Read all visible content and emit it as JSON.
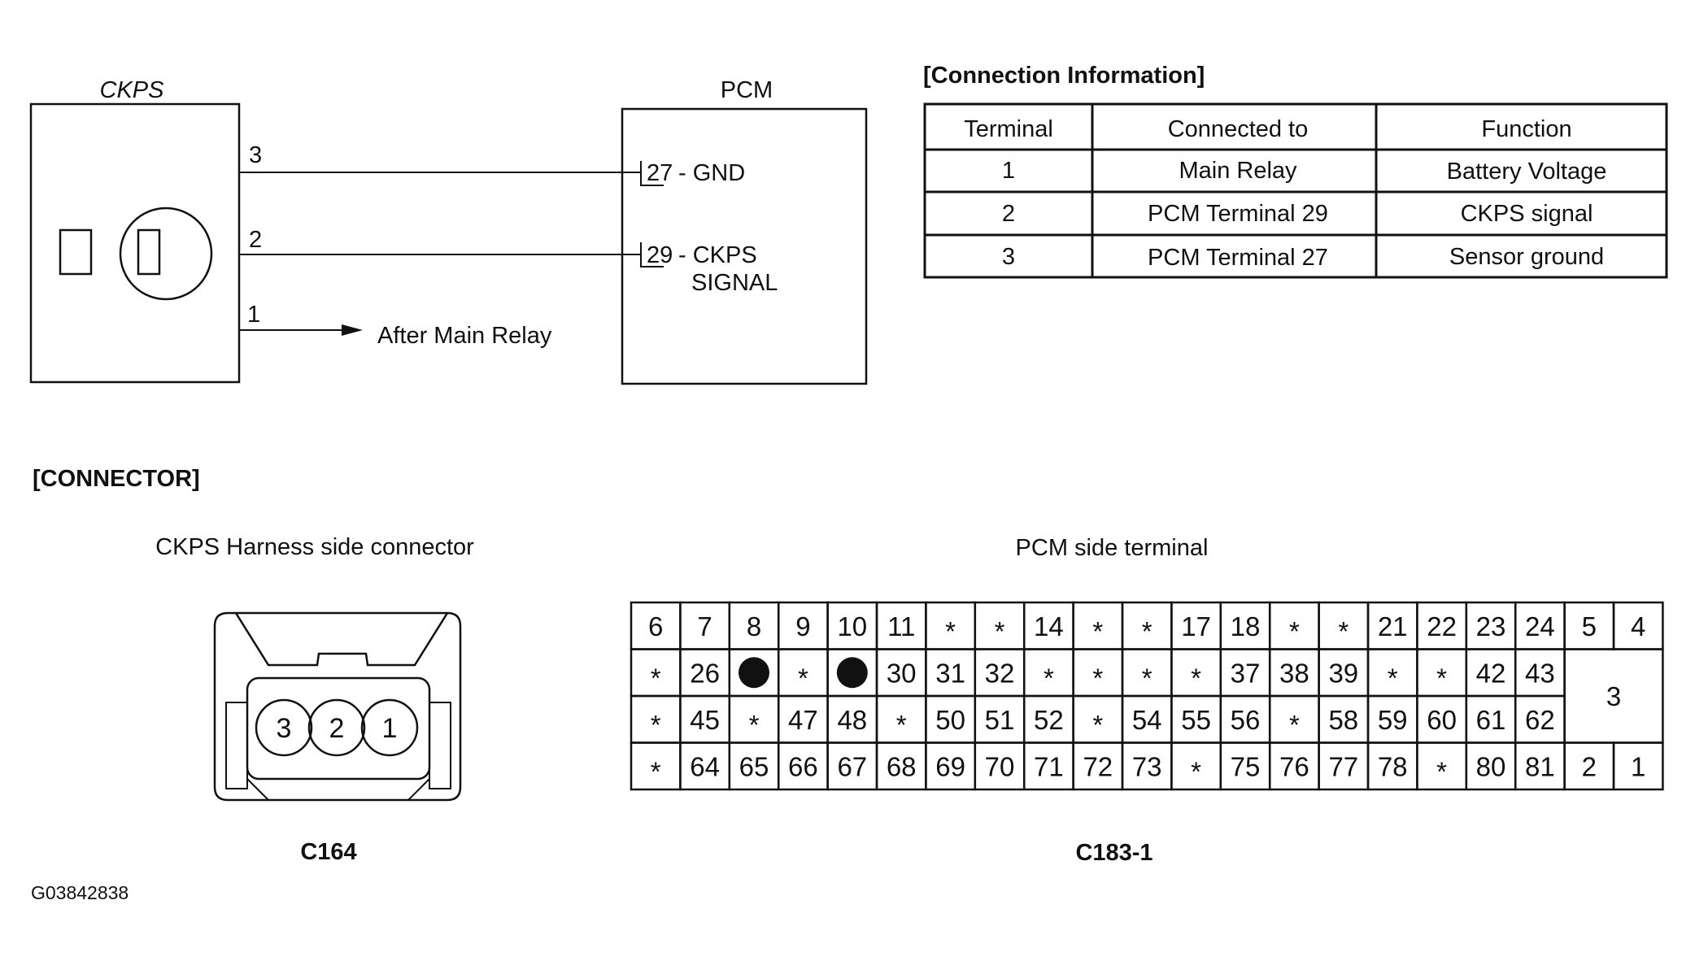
{
  "schematic": {
    "sensor_title": "CKPS",
    "pcm_title": "PCM",
    "wires": [
      {
        "pin": "3",
        "pcm_terminal": "27",
        "pcm_label": "- GND",
        "pcm_label2": ""
      },
      {
        "pin": "2",
        "pcm_terminal": "29",
        "pcm_label": "- CKPS",
        "pcm_label2": "SIGNAL"
      },
      {
        "pin": "1",
        "note": "After Main Relay"
      }
    ]
  },
  "connection_info": {
    "title": "[Connection Information]",
    "headers": [
      "Terminal",
      "Connected to",
      "Function"
    ],
    "rows": [
      [
        "1",
        "Main Relay",
        "Battery Voltage"
      ],
      [
        "2",
        "PCM Terminal 29",
        "CKPS signal"
      ],
      [
        "3",
        "PCM Terminal 27",
        "Sensor ground"
      ]
    ]
  },
  "connector_section": {
    "title": "[CONNECTOR]",
    "harness": {
      "caption": "CKPS Harness side connector",
      "pins": [
        "3",
        "2",
        "1"
      ],
      "id": "C164"
    },
    "pcm": {
      "caption": "PCM side terminal",
      "id": "C183-1",
      "grid": [
        [
          "6",
          "7",
          "8",
          "9",
          "10",
          "11",
          "*",
          "*",
          "14",
          "*",
          "*",
          "17",
          "18",
          "*",
          "*",
          "21",
          "22",
          "23",
          "24"
        ],
        [
          "*",
          "26",
          "●",
          "*",
          "●",
          "30",
          "31",
          "32",
          "*",
          "*",
          "*",
          "*",
          "37",
          "38",
          "39",
          "*",
          "*",
          "42",
          "43"
        ],
        [
          "*",
          "45",
          "*",
          "47",
          "48",
          "*",
          "50",
          "51",
          "52",
          "*",
          "54",
          "55",
          "56",
          "*",
          "58",
          "59",
          "60",
          "61",
          "62"
        ],
        [
          "*",
          "64",
          "65",
          "66",
          "67",
          "68",
          "69",
          "70",
          "71",
          "72",
          "73",
          "*",
          "75",
          "76",
          "77",
          "78",
          "*",
          "80",
          "81"
        ]
      ],
      "power_top": [
        "5",
        "4"
      ],
      "power_mid": "3",
      "power_bottom": [
        "2",
        "1"
      ]
    }
  },
  "figure_id": "G03842838"
}
